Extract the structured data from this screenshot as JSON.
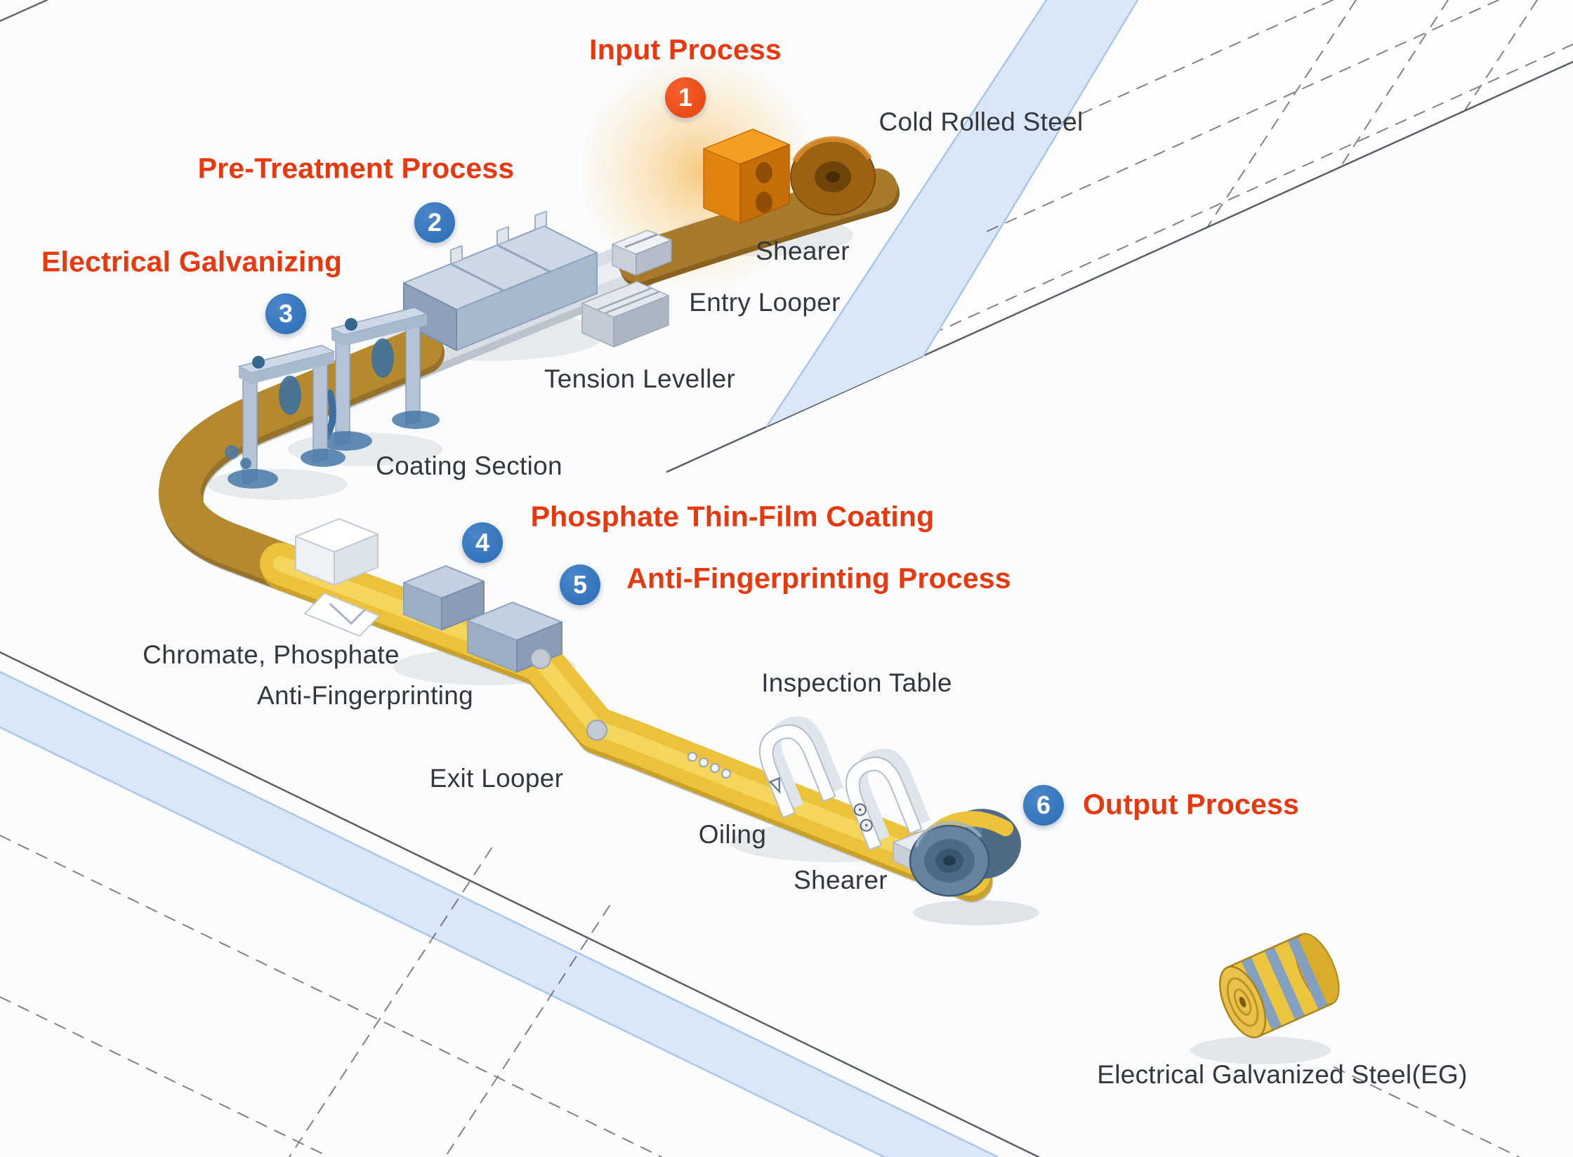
{
  "diagram": {
    "process_steps": [
      {
        "number": "1",
        "label": "Input Process"
      },
      {
        "number": "2",
        "label": "Pre-Treatment Process"
      },
      {
        "number": "3",
        "label": "Electrical Galvanizing"
      },
      {
        "number": "4",
        "label": "Phosphate Thin-Film Coating"
      },
      {
        "number": "5",
        "label": "Anti-Fingerprinting Process"
      },
      {
        "number": "6",
        "label": "Output Process"
      }
    ],
    "equipment": {
      "cold_rolled_steel": "Cold Rolled Steel",
      "shearer_entry": "Shearer",
      "entry_looper": "Entry Looper",
      "tension_leveller": "Tension Leveller",
      "coating_section": "Coating Section",
      "chromate_phosphate": "Chromate, Phosphate",
      "anti_fingerprinting": "Anti-Fingerprinting",
      "exit_looper": "Exit Looper",
      "inspection_table": "Inspection Table",
      "oiling": "Oiling",
      "shearer_exit": "Shearer",
      "eg_steel": "Electrical Galvanized Steel(EG)"
    },
    "colors": {
      "process_label": "#e8380d",
      "equipment_label": "#33383f",
      "badge_input": "#e8420d",
      "badge_step": "#2a6db5"
    }
  }
}
